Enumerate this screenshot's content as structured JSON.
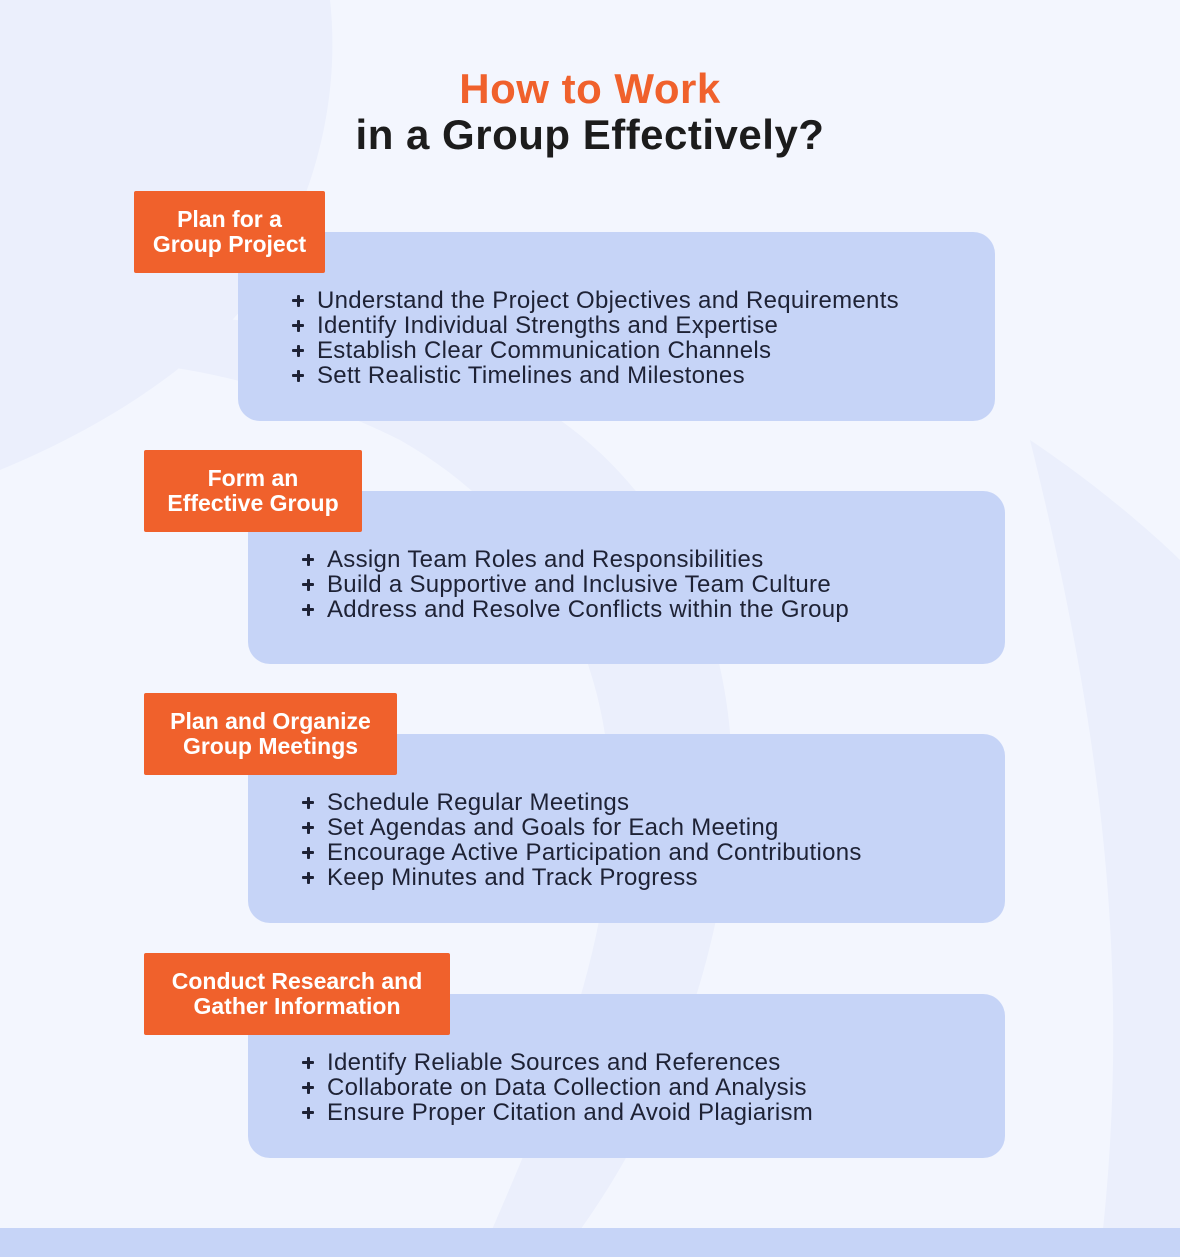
{
  "title": {
    "line1": "How to Work",
    "line2": "in a Group Effectively?"
  },
  "colors": {
    "accent": "#f0612c",
    "panel": "#c6d4f7",
    "background": "#f3f6fe",
    "text": "#1e2235"
  },
  "sections": [
    {
      "heading_line1": "Plan for a",
      "heading_line2": "Group Project",
      "items": [
        "Understand the Project Objectives and Requirements",
        "Identify Individual Strengths and Expertise",
        "Establish Clear Communication Channels",
        "Sett Realistic Timelines and Milestones"
      ]
    },
    {
      "heading_line1": "Form an",
      "heading_line2": "Effective Group",
      "items": [
        "Assign Team Roles and Responsibilities",
        "Build a Supportive and Inclusive Team Culture",
        "Address and Resolve Conflicts within the Group"
      ]
    },
    {
      "heading_line1": "Plan and Organize",
      "heading_line2": "Group Meetings",
      "items": [
        "Schedule Regular Meetings",
        "Set Agendas and Goals for Each Meeting",
        "Encourage Active Participation and Contributions",
        "Keep Minutes and Track Progress"
      ]
    },
    {
      "heading_line1": "Conduct Research and",
      "heading_line2": "Gather Information",
      "items": [
        "Identify Reliable Sources and References",
        "Collaborate on Data Collection and Analysis",
        "Ensure Proper Citation and Avoid Plagiarism"
      ]
    }
  ]
}
